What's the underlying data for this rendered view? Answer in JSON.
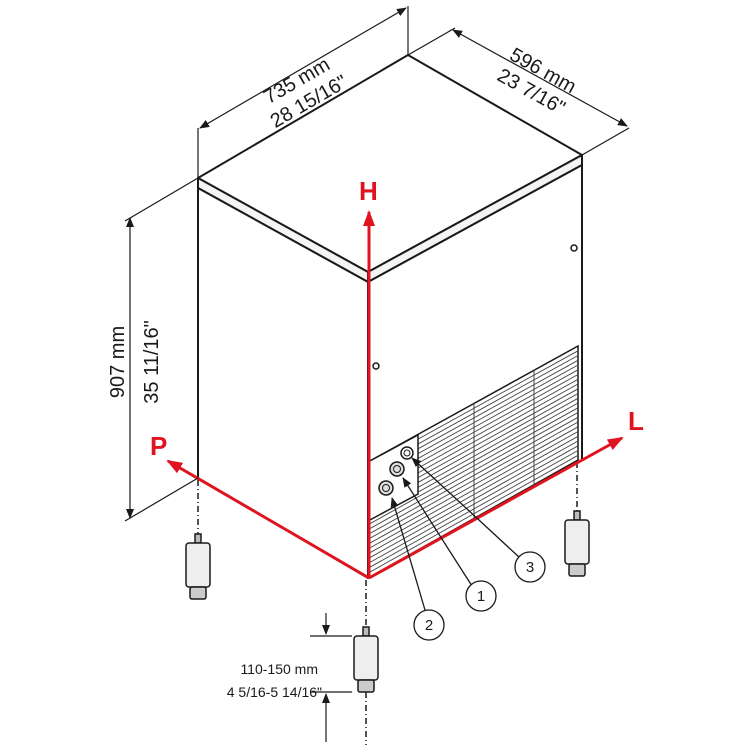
{
  "dimensions": {
    "width": {
      "metric": "735 mm",
      "imperial": "28 15/16\""
    },
    "depth": {
      "metric": "596 mm",
      "imperial": "23 7/16\""
    },
    "height": {
      "metric": "907 mm",
      "imperial": "35 11/16\""
    },
    "feet": {
      "metric": "110-150 mm",
      "imperial": "4 5/16-5 14/16\""
    }
  },
  "axes": {
    "H": "H",
    "L": "L",
    "P": "P"
  },
  "callouts": [
    "1",
    "2",
    "3"
  ],
  "colors": {
    "axis": "#e0141e",
    "line": "#1a1a1a",
    "grille": "#444444"
  }
}
